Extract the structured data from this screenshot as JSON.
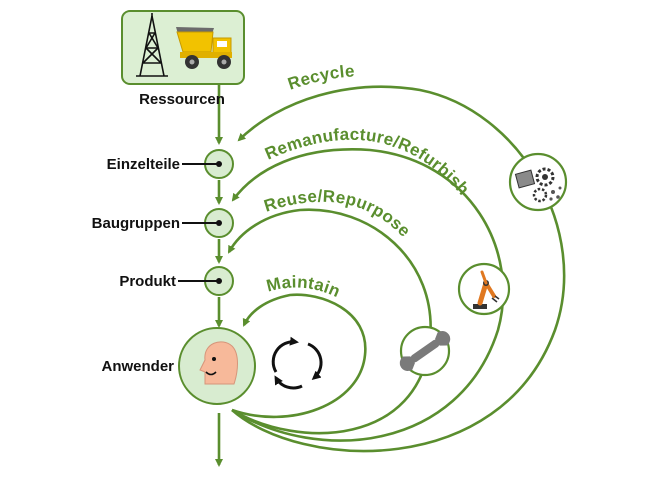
{
  "colors": {
    "green": "#5a8e2e",
    "node_fill": "#d8ecd0",
    "box_fill": "#dcefd3",
    "face": "#f7b99a",
    "truck": "#f2c200",
    "robot": "#e07820"
  },
  "stages": {
    "ressourcen": "Ressourcen",
    "einzelteile": "Einzelteile",
    "baugruppen": "Baugruppen",
    "produkt": "Produkt",
    "anwender": "Anwender"
  },
  "loops": {
    "recycle": "Recycle",
    "remanufacture": "Remanufacture/Refurbish",
    "reuse": "Reuse/Repurpose",
    "maintain": "Maintain"
  },
  "icons": {
    "resources": [
      "oil-derrick-icon",
      "dump-truck-icon"
    ],
    "recycle": "gears-icon",
    "remanufacture": "robot-arm-icon",
    "reuse": "wrench-icon",
    "maintain": "cycle-arrows-icon",
    "user": "face-icon"
  }
}
